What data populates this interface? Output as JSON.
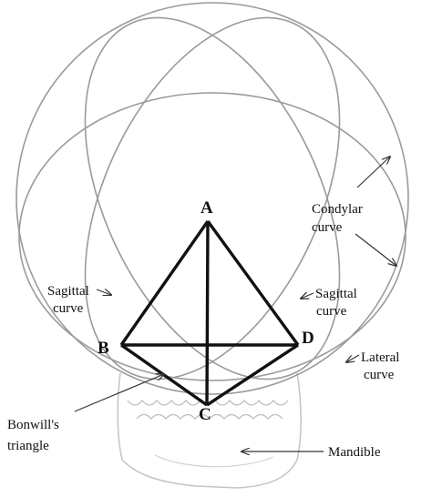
{
  "figure": {
    "points": {
      "a": "A",
      "b": "B",
      "c": "C",
      "d": "D"
    },
    "labels": {
      "condylar_line1": "Condylar",
      "condylar_line2": "curve",
      "sagittal_left_line1": "Sagittal",
      "sagittal_left_line2": "curve",
      "sagittal_right_line1": "Sagittal",
      "sagittal_right_line2": "curve",
      "lateral_line1": "Lateral",
      "lateral_line2": "curve",
      "bonwill_line1": "Bonwill's",
      "bonwill_line2": "triangle",
      "mandible": "Mandible"
    }
  },
  "colors": {
    "construction_curves": "#9a9a9a",
    "triangle": "#111111",
    "mandible": "#c8c8c8",
    "text": "#111111"
  }
}
